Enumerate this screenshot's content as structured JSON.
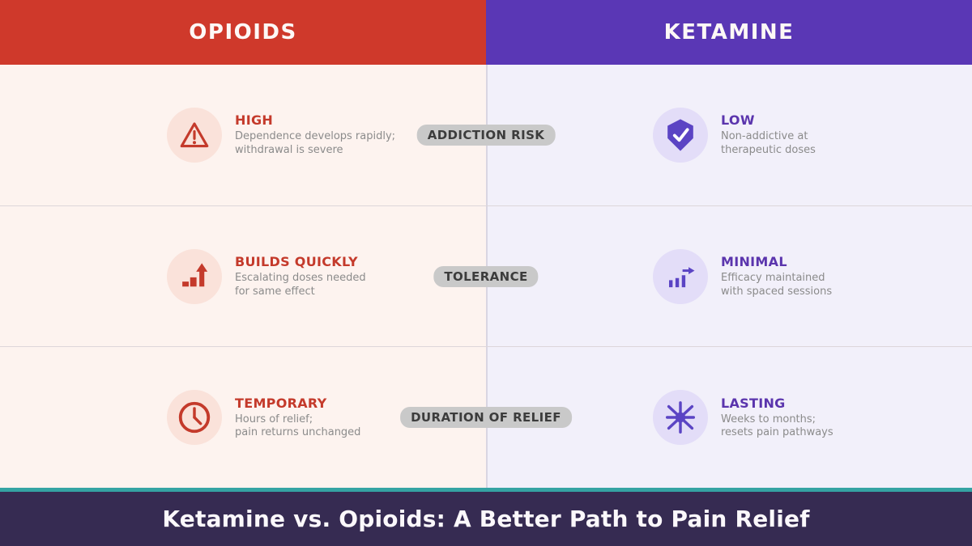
{
  "header": {
    "left": "OPIOIDS",
    "right": "KETAMINE"
  },
  "rows": [
    {
      "label": "ADDICTION RISK",
      "left": {
        "icon": "warning-triangle-icon",
        "title": "HIGH",
        "desc_line1": "Dependence develops rapidly;",
        "desc_line2": "withdrawal is severe"
      },
      "right": {
        "icon": "shield-check-icon",
        "title": "LOW",
        "desc_line1": "Non-addictive at",
        "desc_line2": "therapeutic doses"
      }
    },
    {
      "label": "TOLERANCE",
      "left": {
        "icon": "bars-up-arrow-icon",
        "title": "BUILDS QUICKLY",
        "desc_line1": "Escalating doses needed",
        "desc_line2": "for same effect"
      },
      "right": {
        "icon": "bars-right-arrow-icon",
        "title": "MINIMAL",
        "desc_line1": "Efficacy maintained",
        "desc_line2": "with spaced sessions"
      }
    },
    {
      "label": "DURATION OF RELIEF",
      "left": {
        "icon": "clock-icon",
        "title": "TEMPORARY",
        "desc_line1": "Hours of relief;",
        "desc_line2": "pain returns unchanged"
      },
      "right": {
        "icon": "starburst-icon",
        "title": "LASTING",
        "desc_line1": "Weeks to months;",
        "desc_line2": "resets pain pathways"
      }
    }
  ],
  "footer": {
    "title": "Ketamine vs. Opioids: A Better Path to Pain Relief"
  },
  "colors": {
    "opioids_header": "#cf392b",
    "ketamine_header": "#5a37b5",
    "opioids_accent": "#c43a2b",
    "ketamine_accent": "#5b44c4",
    "ketamine_title_text": "#5b35ad",
    "left_panel_bg": "#fdf3ef",
    "right_panel_bg": "#f2f0fa",
    "left_icon_circle_bg": "#fae2da",
    "right_icon_circle_bg": "#e3ddf8",
    "pill_bg": "#c9c9c9",
    "pill_text": "#3c3c3c",
    "desc_text": "#8b8b8b",
    "teal_line": "#35a3a3",
    "footer_bg": "#362b52"
  }
}
